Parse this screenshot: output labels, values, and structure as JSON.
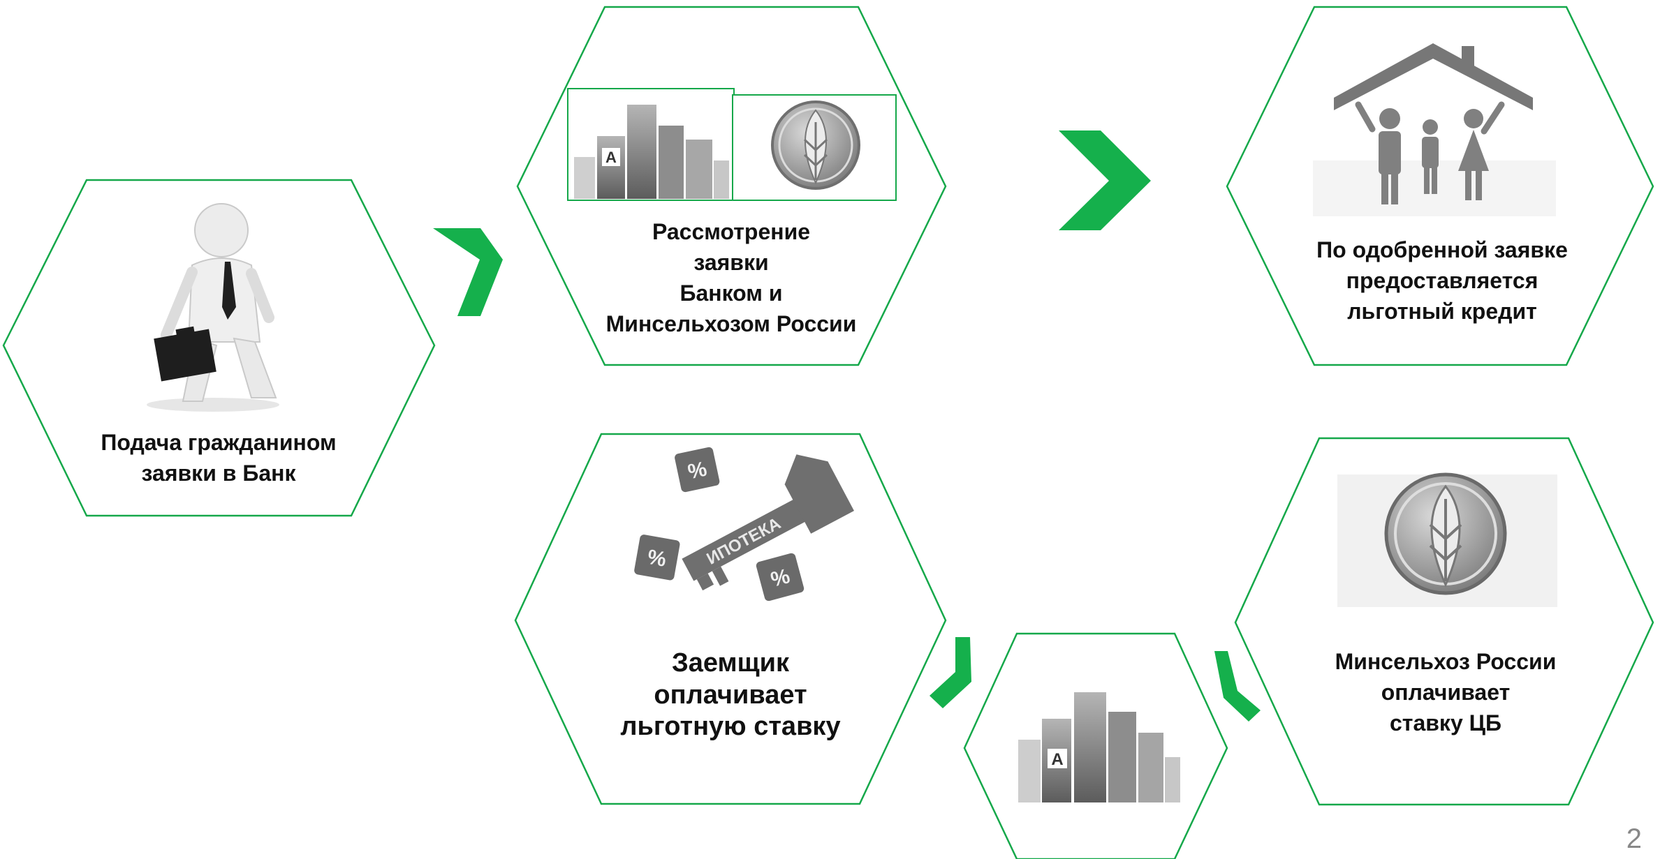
{
  "steps": [
    {
      "id": "submit",
      "lines": [
        "Подача гражданином",
        "заявки в Банк"
      ],
      "icon": "businessman-briefcase-icon"
    },
    {
      "id": "review",
      "lines": [
        "Рассмотрение",
        "заявки",
        "Банком и",
        "Минсельхозом России"
      ],
      "icon": "bank-buildings-and-ministry-emblem-icon"
    },
    {
      "id": "credit",
      "lines": [
        "По одобренной заявке",
        "предоставляется",
        "льготный кредит"
      ],
      "icon": "family-house-icon"
    },
    {
      "id": "subsidy",
      "lines": [
        "Минсельхоз России",
        "оплачивает",
        "ставку ЦБ"
      ],
      "icon": "ministry-wheat-emblem-icon"
    },
    {
      "id": "bank",
      "lines": [],
      "icon": "bank-buildings-icon"
    },
    {
      "id": "borrower",
      "lines": [
        "Заемщик",
        "оплачивает",
        "льготную ставку"
      ],
      "icon": "mortgage-key-percent-dice-icon"
    }
  ],
  "image_text": {
    "mortgage_key": "ИПОТЕКА",
    "percent": "%"
  },
  "page_number": "2",
  "colors": {
    "accent": "#15b04c",
    "outline": "#15a84a",
    "text": "#111111"
  }
}
